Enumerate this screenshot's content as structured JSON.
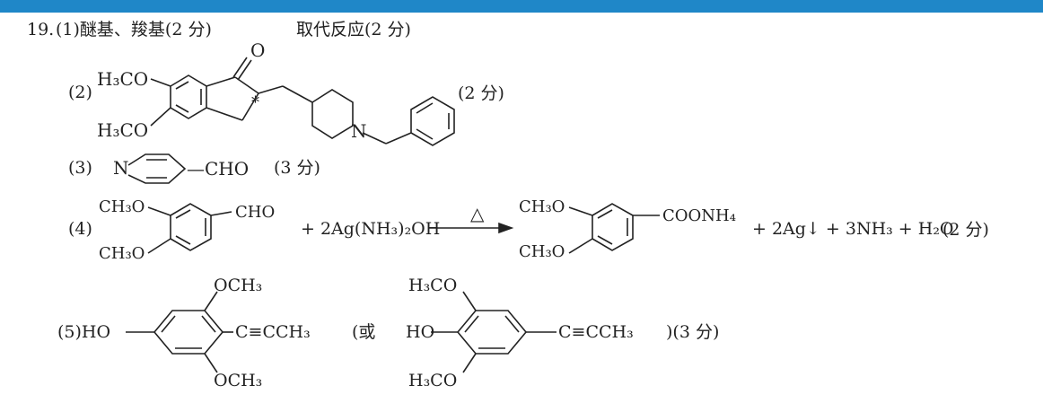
{
  "question": {
    "number": "19.",
    "p1": "(1)醚基、羧基(2 分)",
    "p1_b": "取代反应(2 分)",
    "p2": "(2)",
    "p2_score": "(2 分)",
    "p3": "(3)",
    "p3_score": "(3 分)",
    "p4": "(4)",
    "p4_score": "(2 分)",
    "p5_score": ")(3 分)",
    "p5_or": "(或"
  },
  "labels": {
    "h3co": "H₃CO",
    "ch3o": "CH₃O",
    "o": "O",
    "n": "N",
    "star": "*",
    "cho": "—CHO",
    "cho2": "CHO",
    "coonh4": "COONH₄",
    "p5_prefix": "(5)HO",
    "ho": "HO",
    "och3": "OCH₃",
    "alkyne": "C≡CCH₃",
    "h3co_b": "H₃CO"
  },
  "reaction": {
    "reagent": "+ 2Ag(NH₃)₂OH",
    "heat": "△",
    "products": "+ 2Ag↓ + 3NH₃ + H₂O"
  }
}
